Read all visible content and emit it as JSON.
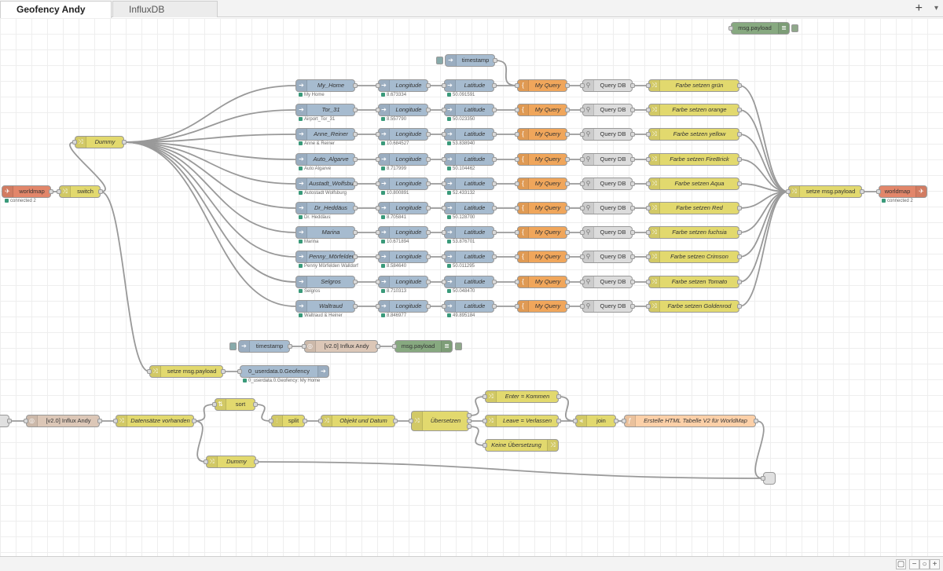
{
  "tabs": [
    {
      "label": "Geofency Andy",
      "active": true
    },
    {
      "label": "InfluxDB",
      "active": false
    }
  ],
  "tab_add_label": "+",
  "tab_menu_label": "▾",
  "colors": {
    "worldmap": "#e2866a",
    "switch": "#e2d96e",
    "position": "#a6bbcf",
    "query": "#f0a65b",
    "query_db": "#dcdcdc",
    "debug": "#87a980",
    "influx": "#dcc7b7",
    "template": "#fcd0a8",
    "status_connected": "#3a9a7a"
  },
  "flow": {
    "top_debug": "msg.payload",
    "timestamp_top": "timestamp",
    "worldmap_in": {
      "label": "worldmap",
      "status": "connected 2"
    },
    "switch": "switch",
    "dummy_top": "Dummy",
    "rows": [
      {
        "place": "My_Home",
        "place_status": "My Home",
        "lon": "Longitude",
        "lon_status": "8.673334",
        "lat": "Latitude",
        "lat_status": "50.091591",
        "query": "My Query",
        "db": "Query DB",
        "color": "Farbe setzen grün"
      },
      {
        "place": "Tor_31",
        "place_status": "Airport_Tor_31",
        "lon": "Longitude",
        "lon_status": "8.557790",
        "lat": "Latitude",
        "lat_status": "50.023350",
        "query": "My Query",
        "db": "Query DB",
        "color": "Farbe setzen orange"
      },
      {
        "place": "Anne_Reiner",
        "place_status": "Anne & Reiner",
        "lon": "Longitude",
        "lon_status": "10.684527",
        "lat": "Latitude",
        "lat_status": "53.838940",
        "query": "My Query",
        "db": "Query DB",
        "color": "Farbe setzen yellow"
      },
      {
        "place": "Auto_Algarve",
        "place_status": "Auto Algarve",
        "lon": "Longitude",
        "lon_status": "8.717999",
        "lat": "Latitude",
        "lat_status": "50.104462",
        "query": "My Query",
        "db": "Query DB",
        "color": "Farbe setzen FireBrick"
      },
      {
        "place": "Austadt_Wolfsburg",
        "place_status": "Autostadt Wolfsburg",
        "lon": "Longitude",
        "lon_status": "10.800891",
        "lat": "Latitude",
        "lat_status": "52.433132",
        "query": "My Query",
        "db": "Query DB",
        "color": "Farbe setzen Aqua"
      },
      {
        "place": "Dr_Heddäus",
        "place_status": "Dr. Heddäus",
        "lon": "Longitude",
        "lon_status": "8.705841",
        "lat": "Latitude",
        "lat_status": "50.128700",
        "query": "My Query",
        "db": "Query DB",
        "color": "Farbe setzen Red"
      },
      {
        "place": "Marina",
        "place_status": "Marina",
        "lon": "Longitude",
        "lon_status": "10.671894",
        "lat": "Latitude",
        "lat_status": "53.876701",
        "query": "My Query",
        "db": "Query DB",
        "color": "Farbe setzen fuchsia"
      },
      {
        "place": "Penny_Mörfelden",
        "place_status": "Penny Mörfelden Walldorf",
        "lon": "Longitude",
        "lon_status": "8.584640",
        "lat": "Latitude",
        "lat_status": "50.011295",
        "query": "My Query",
        "db": "Query DB",
        "color": "Farbe setzen Crimson"
      },
      {
        "place": "Selgros",
        "place_status": "Selgros",
        "lon": "Longitude",
        "lon_status": "8.710313",
        "lat": "Latitude",
        "lat_status": "50.048470",
        "query": "My Query",
        "db": "Query DB",
        "color": "Farbe setzen Tomato"
      },
      {
        "place": "Waltraud",
        "place_status": "Waltraud & Heiner",
        "lon": "Longitude",
        "lon_status": "8.846977",
        "lat": "Latitude",
        "lat_status": "49.895184",
        "query": "My Query",
        "db": "Query DB",
        "color": "Farbe setzen Goldenrod"
      }
    ],
    "setze_right": "setze msg.payload",
    "worldmap_out": {
      "label": "worldmap",
      "status": "connected 2"
    },
    "timestamp_mid": "timestamp",
    "influx_mid": "[v2.0] Influx Andy",
    "debug_mid": "msg.payload",
    "setze_mid": "setze msg.payload",
    "userdata": {
      "label": "0_userdata.0.Geofency",
      "status": "0_userdata.0.Geofency: My Home"
    },
    "influx_bottom": "[v2.0] Influx Andy",
    "datensaetze": "Datensätze vorhanden",
    "sort": "sort",
    "split": "split",
    "objekt": "Objekt und Datum",
    "uebersetzen": "Übersetzen",
    "enter": "Enter = Kommen",
    "leave": "Leave = Verlassen",
    "keine": "Keine Übersetzung",
    "join": "join",
    "html_tabelle": "Erstelle HTML Tabelle V2 für WorldMap",
    "dummy_bottom": "Dummy"
  },
  "footer": {
    "map_label": "▢",
    "zoom_out": "−",
    "zoom_reset": "○",
    "zoom_in": "+"
  }
}
